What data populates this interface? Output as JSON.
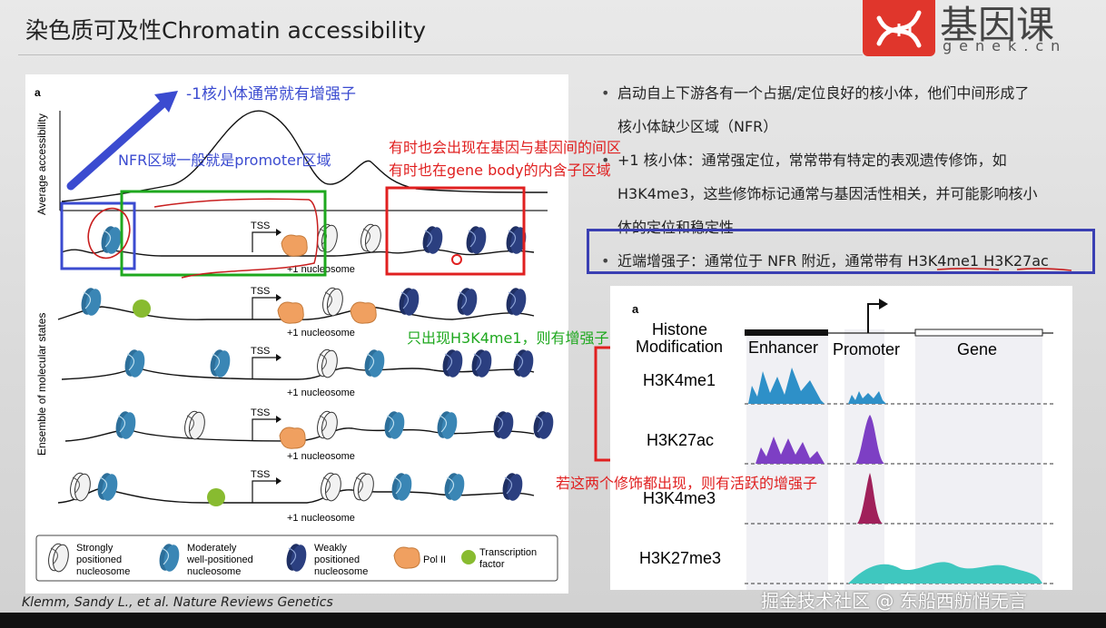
{
  "slide": {
    "title": "染色质可及性Chromatin accessibility",
    "logo_cn": "基因课",
    "logo_en": "genek.cn",
    "citation": "Klemm, Sandy L., et al. Nature Reviews Genetics",
    "watermark": "掘金技术社区 @ 东船西舫悄无言"
  },
  "left_figure": {
    "panel_label": "a",
    "y_axis_top": "Average accessibility",
    "y_axis_bottom": "Ensemble of molecular states",
    "tss_label": "TSS",
    "plus1_label": "+1 nucleosome",
    "legend": {
      "strong": [
        "Strongly",
        "positioned",
        "nucleosome"
      ],
      "moderate": [
        "Moderately",
        "well-positioned",
        "nucleosome"
      ],
      "weak": [
        "Weakly",
        "positioned",
        "nucleosome"
      ],
      "pol": "Pol II",
      "tf": [
        "Transcription",
        "factor"
      ]
    }
  },
  "annotations": {
    "minus1": "-1核小体通常就有增强子",
    "nfr": "NFR区域一般就是promoter区域",
    "intergenic_1": "有时也会出现在基因与基因间的间区",
    "intergenic_2": "有时也在gene body的内含子区域",
    "h3k4me1_only": "只出现H3K4me1，则有增强子",
    "both_marks": "若这两个修饰都出现，则有活跃的增强子"
  },
  "bullets": [
    "启动自上下游各有一个占据/定位良好的核小体，他们中间形成了",
    "核小体缺少区域（NFR）",
    "+1 核小体：通常强定位，常常带有特定的表观遗传修饰，如",
    "H3K4me3，这些修饰标记通常与基因活性相关，并可能影响核小",
    "体的定位和稳定性",
    "近端增强子：通常位于 NFR 附近，通常带有 H3K4me1 H3K27ac"
  ],
  "right_figure": {
    "panel_label": "a",
    "header_histone": "Histone",
    "header_modification": "Modification",
    "col_enhancer": "Enhancer",
    "col_promoter": "Promoter",
    "col_gene": "Gene",
    "rows": [
      "H3K4me1",
      "H3K27ac",
      "H3K4me3",
      "H3K27me3"
    ]
  },
  "colors": {
    "title_text": "#222222",
    "logo_red": "#e0362c",
    "annotation_blue": "#3b4bd0",
    "annotation_red": "#e02020",
    "annotation_green": "#1ea81e",
    "nucleosome_dark": "#1f2f63",
    "nucleosome_mid": "#2d6f9a",
    "polII": "#f0a060",
    "tf": "#88bb30",
    "track_blue": "#2e90c8",
    "track_purple": "#7d3fc4",
    "track_maroon": "#a0205a",
    "track_teal": "#3fc7bf"
  }
}
